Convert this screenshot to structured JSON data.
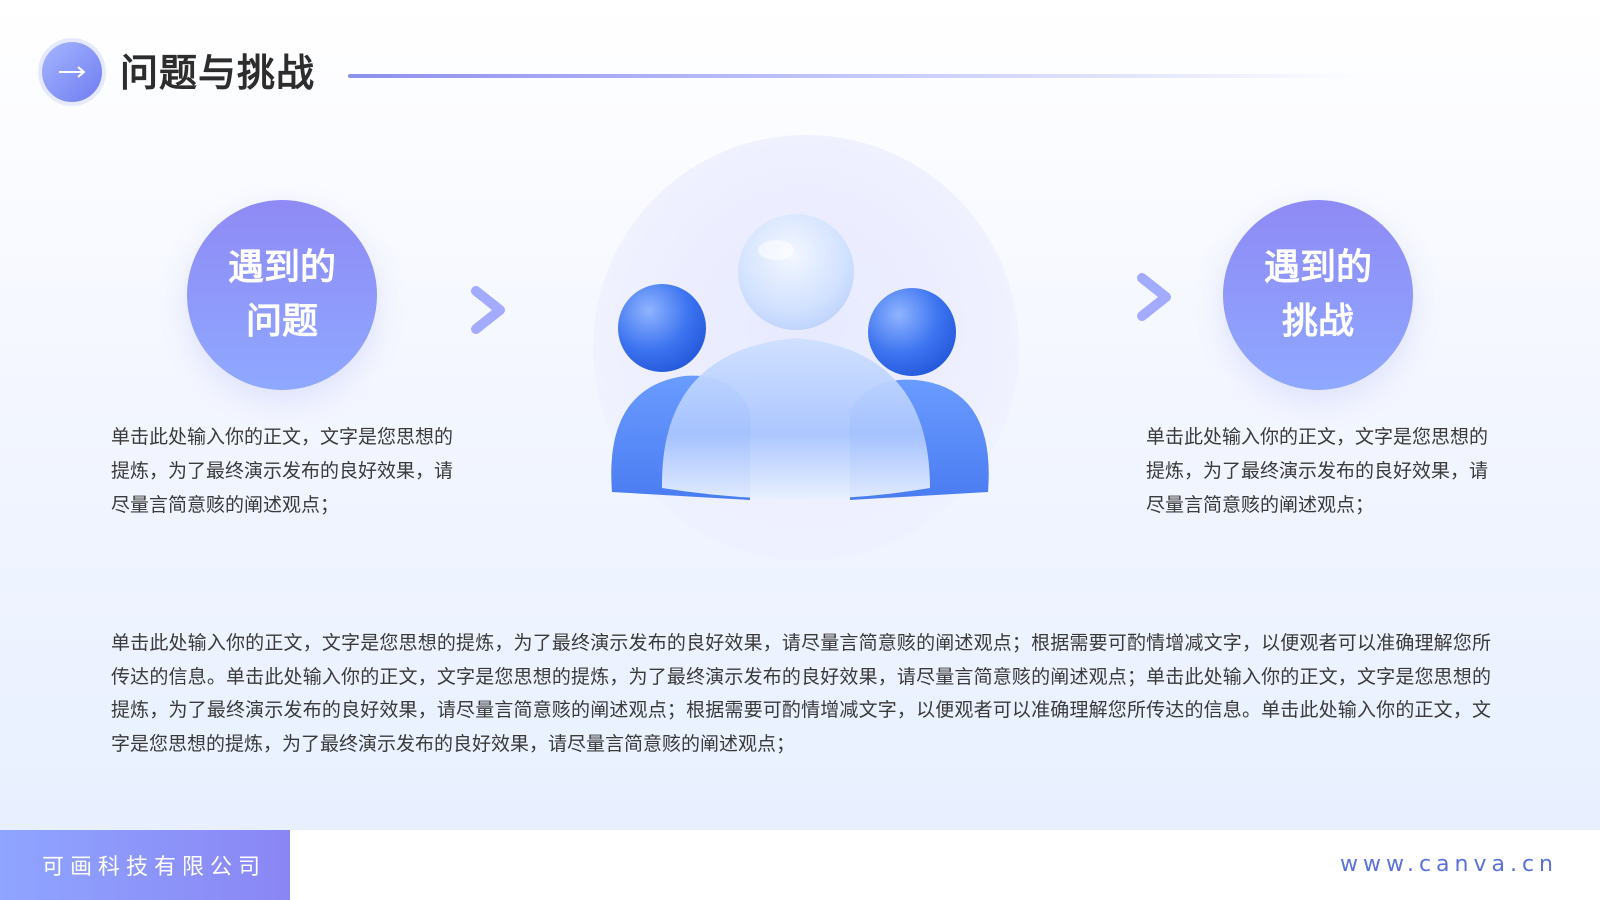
{
  "header": {
    "title": "问题与挑战",
    "icon": "arrow-right-icon",
    "accent": "#8a8ff3"
  },
  "problem": {
    "title_line1": "遇到的",
    "title_line2": "问题",
    "text": "单击此处输入你的正文，文字是您思想的提炼，为了最终演示发布的良好效果，请尽量言简意赅的阐述观点；"
  },
  "challenge": {
    "title_line1": "遇到的",
    "title_line2": "挑战",
    "text": "单击此处输入你的正文，文字是您思想的提炼，为了最终演示发布的良好效果，请尽量言简意赅的阐述观点；"
  },
  "hero": {
    "icon": "user-group-icon"
  },
  "body": {
    "text": "单击此处输入你的正文，文字是您思想的提炼，为了最终演示发布的良好效果，请尽量言简意赅的阐述观点；根据需要可酌情增减文字，以便观者可以准确理解您所传达的信息。单击此处输入你的正文，文字是您思想的提炼，为了最终演示发布的良好效果，请尽量言简意赅的阐述观点；单击此处输入你的正文，文字是您思想的提炼，为了最终演示发布的良好效果，请尽量言简意赅的阐述观点；根据需要可酌情增减文字，以便观者可以准确理解您所传达的信息。单击此处输入你的正文，文字是您思想的提炼，为了最终演示发布的良好效果，请尽量言简意赅的阐述观点；"
  },
  "footer": {
    "company": "可画科技有限公司",
    "url": "www.canva.cn",
    "company_bg": "#8a93f6",
    "url_color": "#5a72d8"
  }
}
